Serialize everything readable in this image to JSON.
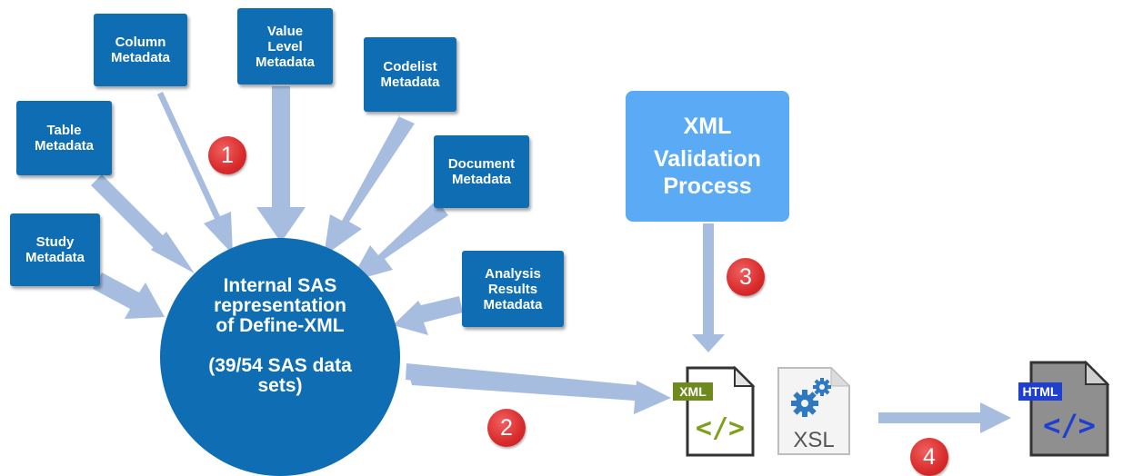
{
  "metadata_boxes": [
    {
      "id": "study",
      "lines": [
        "Study",
        "Metadata"
      ]
    },
    {
      "id": "table",
      "lines": [
        "Table",
        "Metadata"
      ]
    },
    {
      "id": "column",
      "lines": [
        "Column",
        "Metadata"
      ]
    },
    {
      "id": "value-level",
      "lines": [
        "Value",
        "Level",
        "Metadata"
      ]
    },
    {
      "id": "codelist",
      "lines": [
        "Codelist",
        "Metadata"
      ]
    },
    {
      "id": "document",
      "lines": [
        "Document",
        "Metadata"
      ]
    },
    {
      "id": "analysis-results",
      "lines": [
        "Analysis",
        "Results",
        "Metadata"
      ]
    }
  ],
  "central": {
    "lines": [
      "Internal SAS",
      "representation",
      "of Define-XML"
    ],
    "sub_lines": [
      "(39/54 SAS data",
      "sets)"
    ]
  },
  "validation": {
    "line1": "XML",
    "line2": "Validation",
    "line3": "Process"
  },
  "steps": [
    "1",
    "2",
    "3",
    "4"
  ],
  "icons": {
    "xml_file": {
      "tag": "XML",
      "glyph": "</>"
    },
    "xsl_file": {
      "label": "XSL"
    },
    "html_file": {
      "tag": "HTML",
      "glyph": "</>"
    }
  },
  "colors": {
    "box": "#0f6db3",
    "validation": "#5aaaf5",
    "arrow": "#a7bde0",
    "badge": "#d92b2b"
  }
}
